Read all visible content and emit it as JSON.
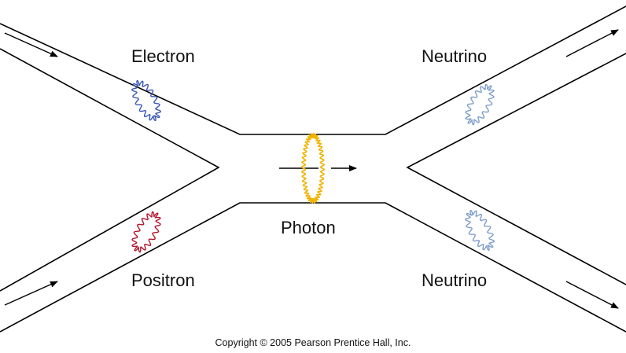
{
  "labels": {
    "electron": "Electron",
    "positron": "Positron",
    "photon": "Photon",
    "neutrino_top": "Neutrino",
    "neutrino_bottom": "Neutrino"
  },
  "copyright": "Copyright © 2005 Pearson Prentice Hall, Inc.",
  "colors": {
    "electron_wave": "#3b58b4",
    "positron_wave": "#b3152c",
    "photon_wave": "#f0b400",
    "neutrino_wave": "#7f9ecb",
    "lines": "#000000"
  }
}
